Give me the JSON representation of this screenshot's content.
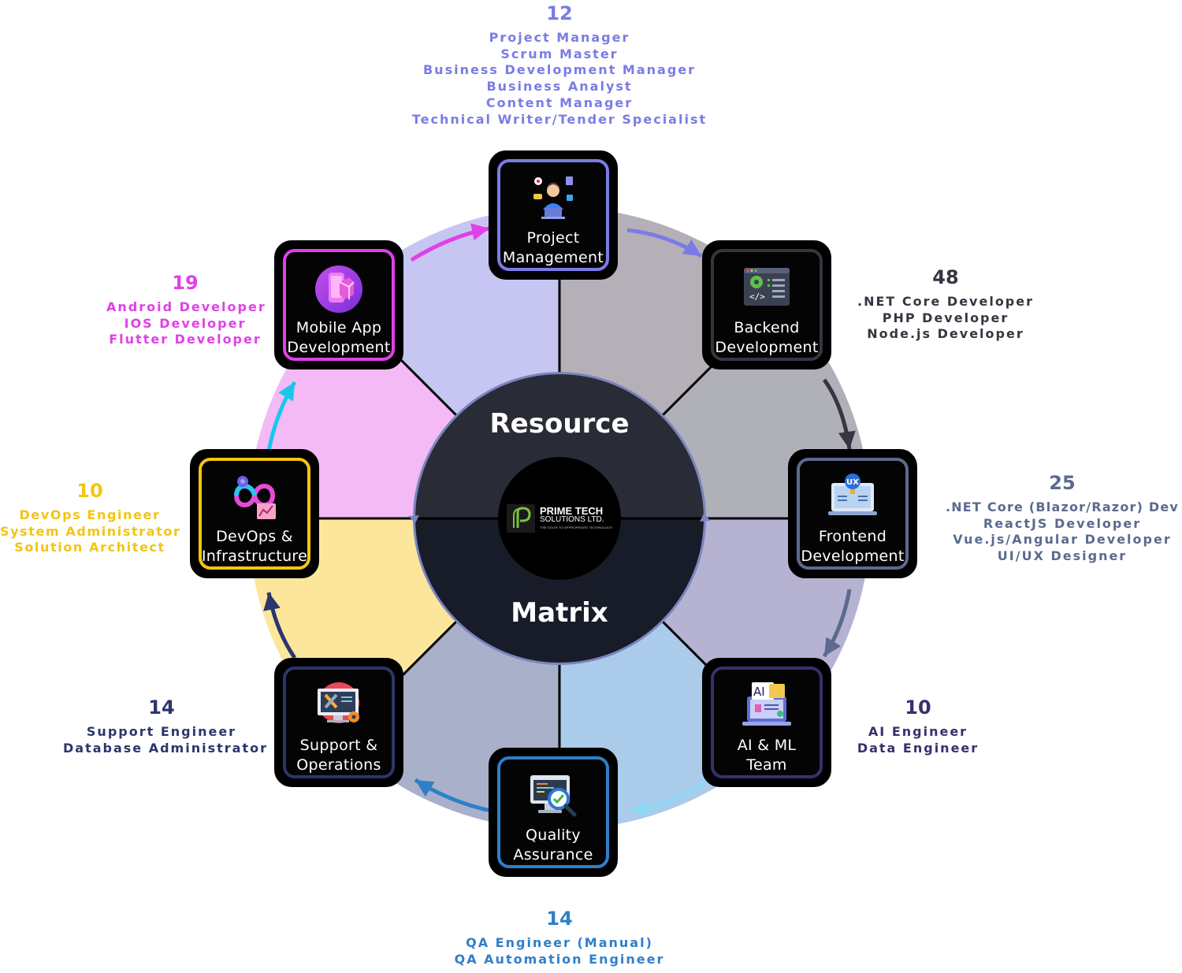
{
  "hub": {
    "top_label": "Resource",
    "bottom_label": "Matrix",
    "logo": {
      "name": "PRIME TECH",
      "sub": "SOLUTIONS LTD.",
      "tagline": "THE DOOR TO APPROPRIATE TECHNOLOGY"
    }
  },
  "nodes": [
    {
      "key": "pm",
      "label": "Project\nManagement",
      "icon": "project-manager-icon",
      "color": "#7B7BE6",
      "count": "12",
      "roles": [
        "Project Manager",
        "Scrum Master",
        "Business Development Manager",
        "Business Analyst",
        "Content Manager",
        "Technical Writer/Tender Specialist"
      ]
    },
    {
      "key": "backend",
      "label": "Backend\nDevelopment",
      "icon": "code-window-icon",
      "color": "#3A3340",
      "count": "48",
      "roles": [
        ".NET Core Developer",
        "PHP Developer",
        "Node.js Developer"
      ]
    },
    {
      "key": "frontend",
      "label": "Frontend\nDevelopment",
      "icon": "ux-monitor-icon",
      "color": "#5B6A8E",
      "count": "25",
      "roles": [
        ".NET Core (Blazor/Razor) Dev",
        "ReactJS Developer",
        "Vue.js/Angular Developer",
        "UI/UX Designer"
      ]
    },
    {
      "key": "ai",
      "label": "AI & ML\nTeam",
      "icon": "ai-laptop-icon",
      "color": "#3B2E6E",
      "count": "10",
      "roles": [
        "AI Engineer",
        "Data Engineer"
      ]
    },
    {
      "key": "qa",
      "label": "Quality\nAssurance",
      "icon": "qa-magnifier-icon",
      "color": "#2F7FC9",
      "count": "14",
      "roles": [
        "QA Engineer (Manual)",
        "QA Automation Engineer"
      ]
    },
    {
      "key": "support",
      "label": "Support &\nOperations",
      "icon": "support-tools-icon",
      "color": "#2B356E",
      "count": "14",
      "roles": [
        "Support Engineer",
        "Database Administrator"
      ]
    },
    {
      "key": "devops",
      "label": "DevOps &\nInfrastructure",
      "icon": "devops-infinity-icon",
      "color": "#F2C511",
      "count": "10",
      "roles": [
        "DevOps Engineer",
        "System Administrator",
        "Solution Architect"
      ]
    },
    {
      "key": "mobile",
      "label": "Mobile App\nDevelopment",
      "icon": "mobile-app-icon",
      "color": "#E040E8",
      "count": "19",
      "roles": [
        "Android Developer",
        "IOS Developer",
        "Flutter Developer"
      ]
    }
  ],
  "colors": {
    "sector_pm_backend": "#B5B0B7",
    "sector_backend_frontend": "#AFB0B8",
    "sector_frontend_ai": "#B6B2D2",
    "sector_ai_qa": "#ABCBEA",
    "sector_qa_support": "#A9B0C9",
    "sector_support_devops": "#FBE69C",
    "sector_devops_mobile": "#F3BAF6",
    "sector_mobile_pm": "#C7C6F2",
    "hub_top": "#292C36",
    "hub_bottom": "#171C28",
    "hub_ring": "#7B84BE",
    "logo_green": "#7FC241"
  }
}
